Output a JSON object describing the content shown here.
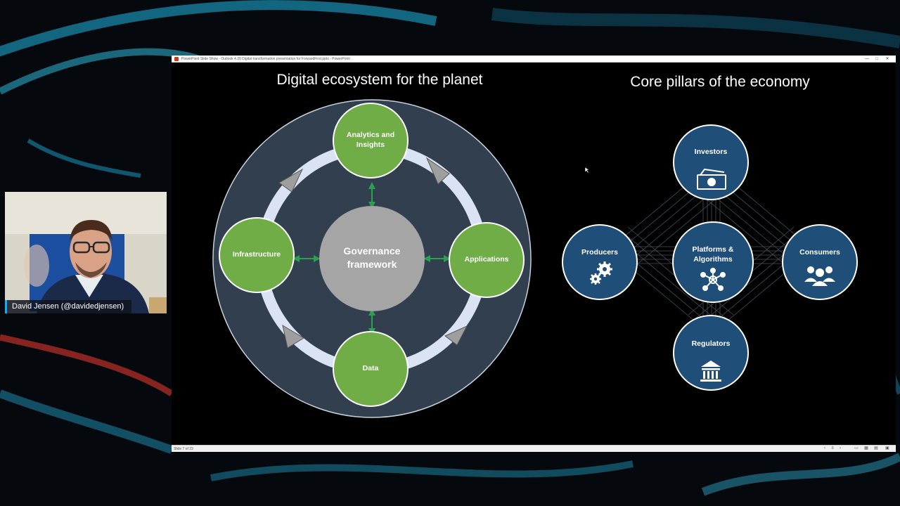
{
  "window": {
    "title": "PowerPoint Slide Show - Outlook 4.20 Digital transformation presentation for ForwardFirst.pptx - PowerPoint",
    "min_label": "—",
    "max_label": "□",
    "close_label": "✕"
  },
  "slide": {
    "left_title": "Digital ecosystem for the planet",
    "right_title": "Core pillars of the economy",
    "ecosystem": {
      "center": "Governance framework",
      "top": "Analytics and Insights",
      "left": "Infrastructure",
      "right": "Applications",
      "bottom": "Data"
    },
    "pillars": {
      "top": "Investors",
      "left": "Producers",
      "center": "Platforms & Algorithms",
      "right": "Consumers",
      "bottom": "Regulators"
    },
    "icons": {
      "investors": "money-icon",
      "producers": "gears-icon",
      "platforms": "network-icon",
      "consumers": "people-icon",
      "regulators": "bank-icon"
    },
    "colors": {
      "green_node": "#70ad47",
      "blue_node": "#1f4e79",
      "ring_dark": "#323f4f",
      "ring_track": "#dae3f3",
      "center_gray": "#a5a5a5",
      "arrow_green": "#2e9e4f"
    }
  },
  "status_bar": {
    "slide_counter": "Slide 7 of 23"
  },
  "webcam": {
    "name": "David Jensen (@davidedjensen)"
  }
}
